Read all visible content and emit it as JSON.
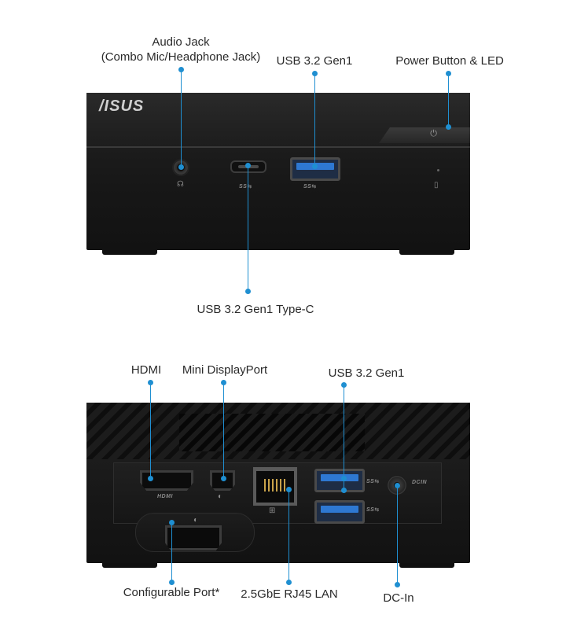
{
  "front": {
    "brand": "/ISUS",
    "labels": {
      "audio_line1": "Audio Jack",
      "audio_line2": "(Combo Mic/Headphone Jack)",
      "usb_a": "USB 3.2 Gen1",
      "power": "Power Button & LED",
      "usb_c": "USB 3.2 Gen1 Type-C"
    },
    "port_captions": {
      "ss_c": "SS⇆",
      "ss_a": "SS⇆"
    }
  },
  "back": {
    "labels": {
      "hdmi": "HDMI",
      "mini_dp": "Mini DisplayPort",
      "usb_a": "USB 3.2 Gen1",
      "configurable": "Configurable Port*",
      "lan": "2.5GbE RJ45 LAN",
      "dcin": "DC-In"
    },
    "port_captions": {
      "hdmi": "HDMI",
      "ss_top": "SS⇆",
      "ss_bottom": "SS⇆",
      "dcin": "DCIN"
    }
  },
  "colors": {
    "leader": "#1f8fd1",
    "usb_blue": "#2e78d2",
    "chassis": "#1a1a1a"
  },
  "icons": [
    "headset-icon",
    "power-icon",
    "hdd-led-icon",
    "displayport-icon",
    "network-icon"
  ]
}
